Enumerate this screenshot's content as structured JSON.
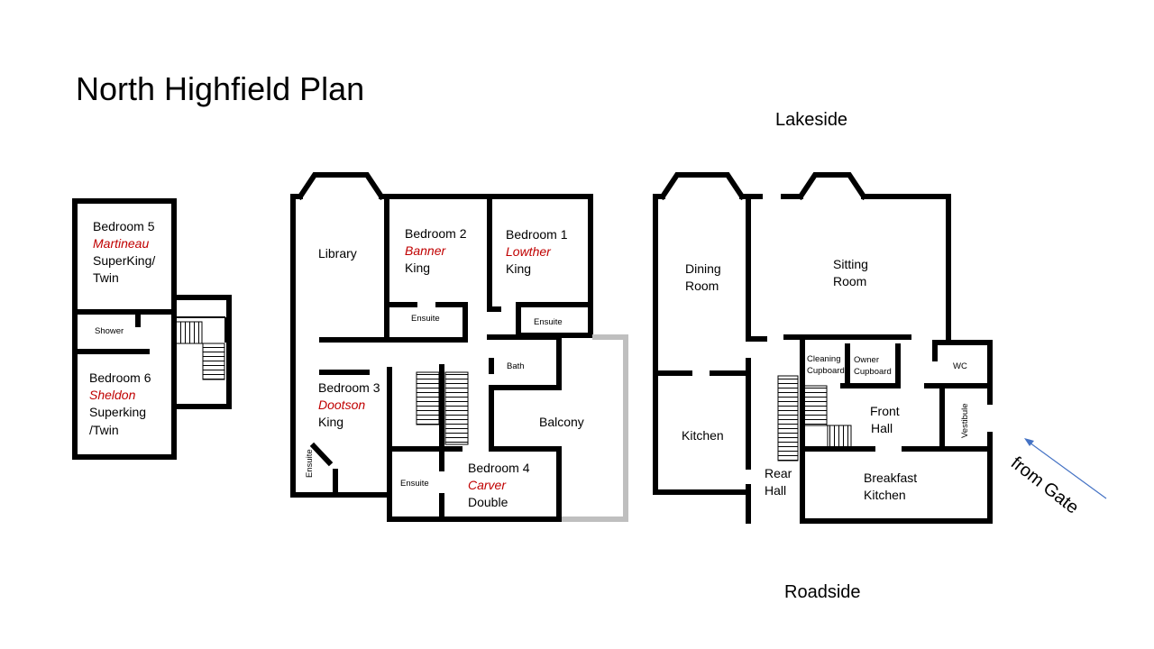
{
  "title": "North Highfield Plan",
  "orientation": {
    "top": "Lakeside",
    "bottom": "Roadside",
    "arrow": "from Gate"
  },
  "colors": {
    "wall": "#000000",
    "balcony_rail": "#bfbfbf",
    "occupant": "#c00000",
    "arrow": "#4472c4"
  },
  "wing_left": {
    "bedroom5": {
      "name": "Bedroom 5",
      "occupant": "Martineau",
      "bed1": "SuperKing/",
      "bed2": "Twin"
    },
    "shower": "Shower",
    "bedroom6": {
      "name": "Bedroom 6",
      "occupant": "Sheldon",
      "bed1": "Superking",
      "bed2": "/Twin"
    }
  },
  "wing_middle": {
    "library": "Library",
    "bedroom2": {
      "name": "Bedroom 2",
      "occupant": "Banner",
      "bed": "King"
    },
    "bedroom1": {
      "name": "Bedroom 1",
      "occupant": "Lowther",
      "bed": "King"
    },
    "ensuite": "Ensuite",
    "bath": "Bath",
    "balcony": "Balcony",
    "bedroom3": {
      "name": "Bedroom 3",
      "occupant": "Dootson",
      "bed": "King"
    },
    "bedroom4": {
      "name": "Bedroom 4",
      "occupant": "Carver",
      "bed": "Double"
    }
  },
  "wing_right": {
    "dining_line1": "Dining",
    "dining_line2": "Room",
    "sitting_line1": "Sitting",
    "sitting_line2": "Room",
    "cleaning_line1": "Cleaning",
    "cleaning_line2": "Cupboard",
    "owner_line1": "Owner",
    "owner_line2": "Cupboard",
    "wc": "WC",
    "front_line1": "Front",
    "front_line2": "Hall",
    "vestibule": "Vestibule",
    "kitchen": "Kitchen",
    "rear_line1": "Rear",
    "rear_line2": "Hall",
    "breakfast_line1": "Breakfast",
    "breakfast_line2": "Kitchen"
  }
}
